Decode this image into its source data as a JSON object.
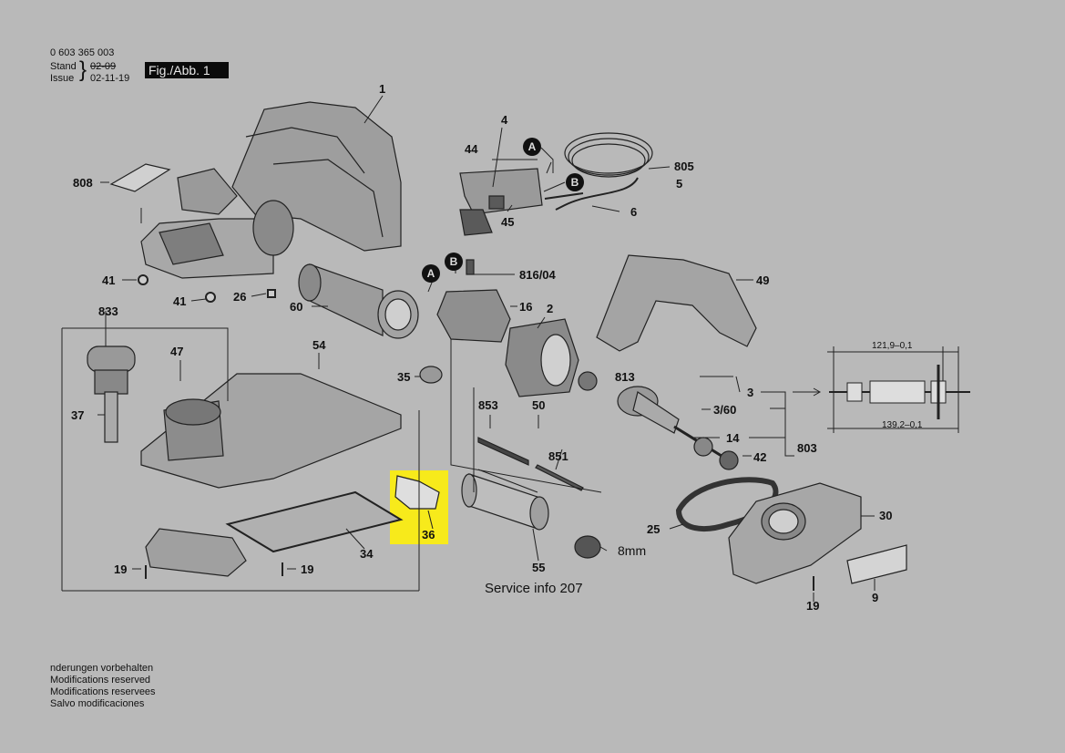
{
  "header": {
    "part_number": "0 603 365 003",
    "stand_label": "Stand",
    "stand_date": "02-09",
    "issue_label": "Issue",
    "issue_date": "02-11-19",
    "figure_label": "Fig./Abb. 1"
  },
  "labels": {
    "p1": "1",
    "p4": "4",
    "p44": "44",
    "p805": "805",
    "p5": "5",
    "p808": "808",
    "p45": "45",
    "p6": "6",
    "p41a": "41",
    "p41b": "41",
    "p26": "26",
    "p816": "816/04",
    "p16": "16",
    "p2": "2",
    "p60": "60",
    "p49": "49",
    "p833": "833",
    "p47": "47",
    "p54": "54",
    "p35": "35",
    "p813": "813",
    "p3": "3",
    "p360": "3/60",
    "p853": "853",
    "p50": "50",
    "p37": "37",
    "p14": "14",
    "p803": "803",
    "p42": "42",
    "p851": "851",
    "p36": "36",
    "p30": "30",
    "p25": "25",
    "p8mm": "8mm",
    "p34": "34",
    "p55": "55",
    "p19a": "19",
    "p19b": "19",
    "p19c": "19",
    "p9": "9"
  },
  "markers": {
    "a1": "A",
    "b1": "B",
    "a2": "A",
    "b2": "B"
  },
  "dimensions": {
    "d1": "121,9–0,1",
    "d2": "139,2–0,1"
  },
  "service_info": "Service info 207",
  "footer": {
    "line1": "nderungen vorbehalten",
    "line2": "Modifications reserved",
    "line3": "Modifications reservees",
    "line4": "Salvo modificaciones"
  },
  "colors": {
    "background": "#b9b9b9",
    "highlight": "#f7ea1b",
    "ink": "#111111"
  }
}
